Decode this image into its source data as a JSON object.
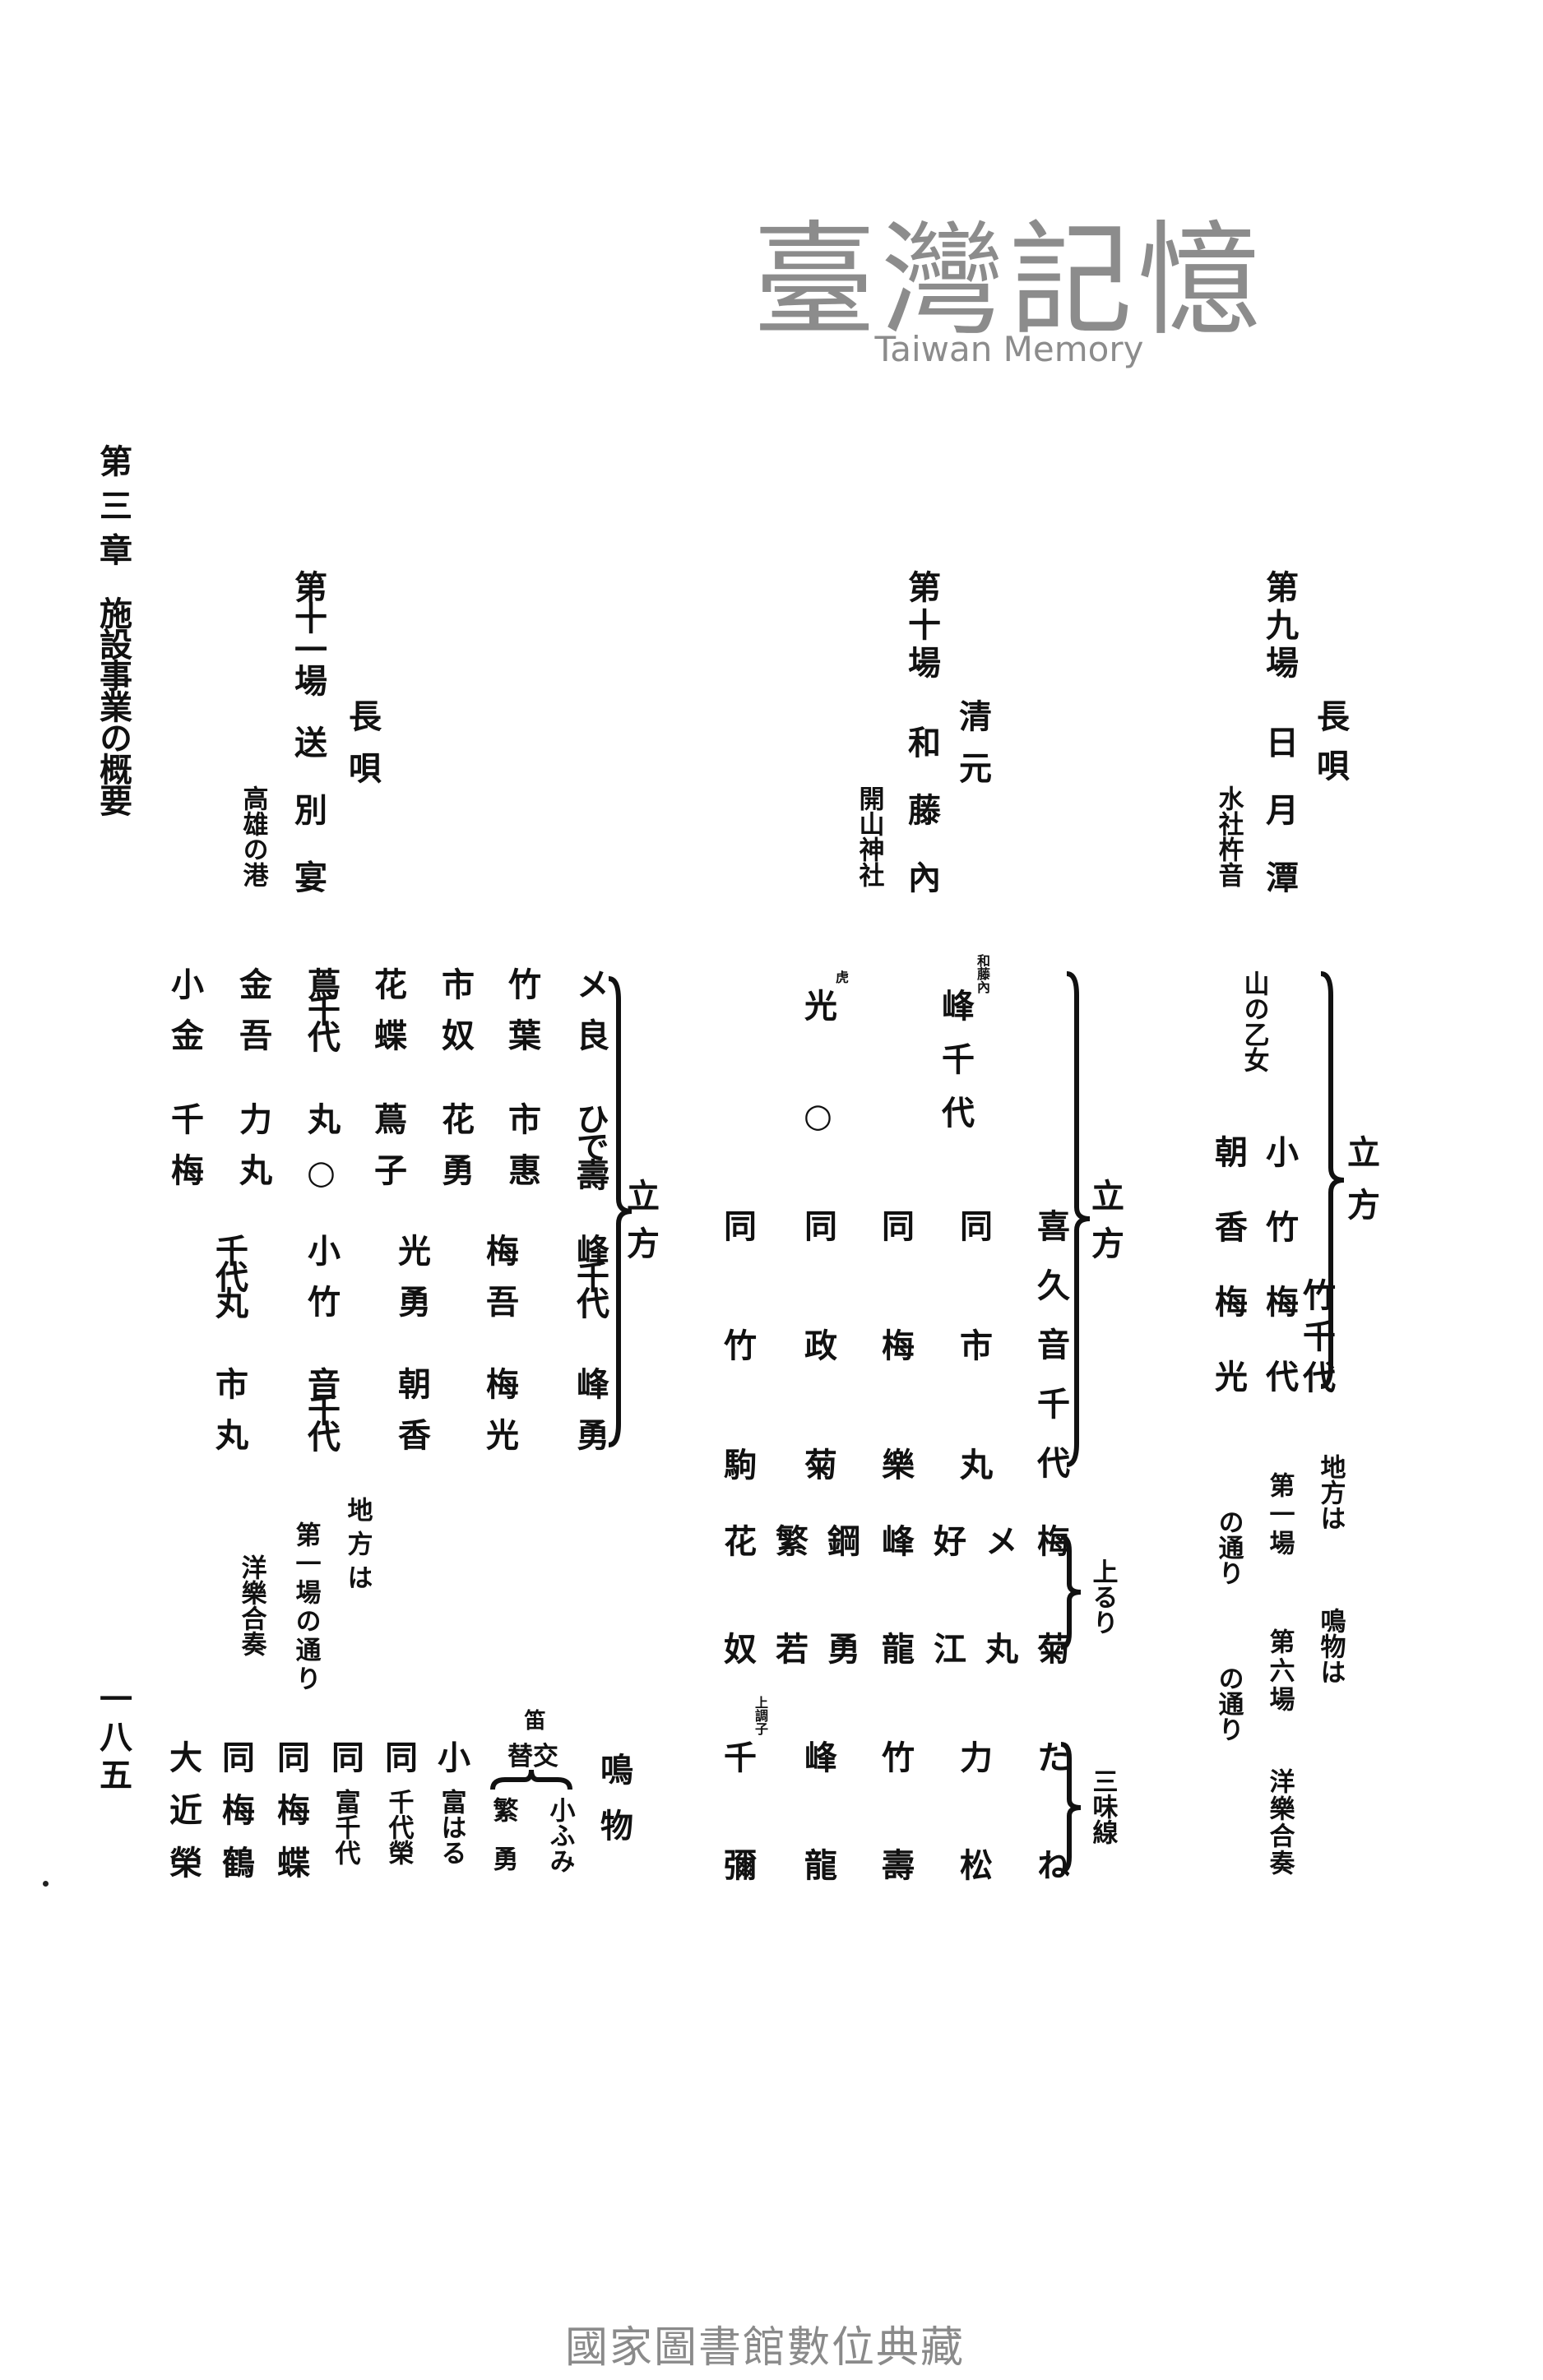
{
  "margin": {
    "chapter": "第三章",
    "section": "施設事業の概要",
    "page_number": "一八五"
  },
  "scene9": {
    "genre": "長唄",
    "scene": "第九場",
    "title": "日月潭",
    "subtitle": "水社杵音",
    "tachikata_label": "立方",
    "performers": {
      "yamanootome": "山の乙女",
      "c1": "小竹梅代",
      "c2": "朝香梅光",
      "c3": "竹千代"
    },
    "jikata_label": "地方は",
    "jikata_ref": "第一場",
    "jikata_suffix": "の通り",
    "narimono_label": "鳴物は",
    "narimono_ref": "第六場",
    "narimono_suffix": "の通り",
    "extra": "洋樂合奏"
  },
  "scene10": {
    "genre": "清元",
    "scene": "第十場",
    "title": "和藤內",
    "subtitle": "開山神社",
    "tachikata_label": "立方",
    "note_watonai": "和藤內",
    "note_tora": "虎",
    "c1": "峰千代",
    "c2": "光",
    "c2b": "○",
    "r1": "喜久音千代",
    "r2": "同市丸",
    "r3": "同梅樂",
    "r4": "同政菊",
    "r5": "同竹駒",
    "joruri_label": "上るり",
    "shamisen_label": "三味線",
    "j1": "梅菊",
    "j2": "メ丸",
    "j3": "好江",
    "j4": "峰龍",
    "j5": "鋼勇",
    "j6": "繁若",
    "j7": "花奴",
    "s1": "たね",
    "s2": "力松",
    "s3": "竹壽",
    "s4": "峰龍",
    "s5": "千彌",
    "note_jochoshi": "上調子"
  },
  "scene11": {
    "genre": "長唄",
    "scene": "第十一場",
    "title": "送別宴",
    "subtitle": "高雄の港",
    "tachikata_label": "立方",
    "row1": [
      "メ良",
      "竹葉",
      "市奴",
      "花蝶",
      "蔦千代",
      "金吾",
      "小金"
    ],
    "row2": [
      "ひで壽",
      "市惠",
      "花勇",
      "蔦子",
      "丸○",
      "力丸",
      "千梅"
    ],
    "row3": [
      "峰千代",
      "梅吾",
      "光勇",
      "小竹",
      "千代丸"
    ],
    "row4": [
      "峰勇",
      "梅光",
      "朝香",
      "音千代",
      "市丸"
    ],
    "jikata_label": "地方は",
    "jikata_ref": "第一場の通り",
    "extra": "洋樂合奏",
    "narimono_label": "鳴物",
    "fue": "笛",
    "kotai": [
      "交",
      "替"
    ],
    "n1": "小ふみ",
    "n2": "繁勇",
    "n3a": "小",
    "n3b": "富はる",
    "n4a": "同",
    "n4b": "千代榮",
    "n5a": "同",
    "n5b": "富千代",
    "n6": "同梅蝶",
    "n7": "同梅鶴",
    "n8": "大近榮"
  },
  "watermark": {
    "chinese": "臺灣記憶",
    "english": "Taiwan Memory"
  },
  "footer": "國家圖書館數位典藏"
}
